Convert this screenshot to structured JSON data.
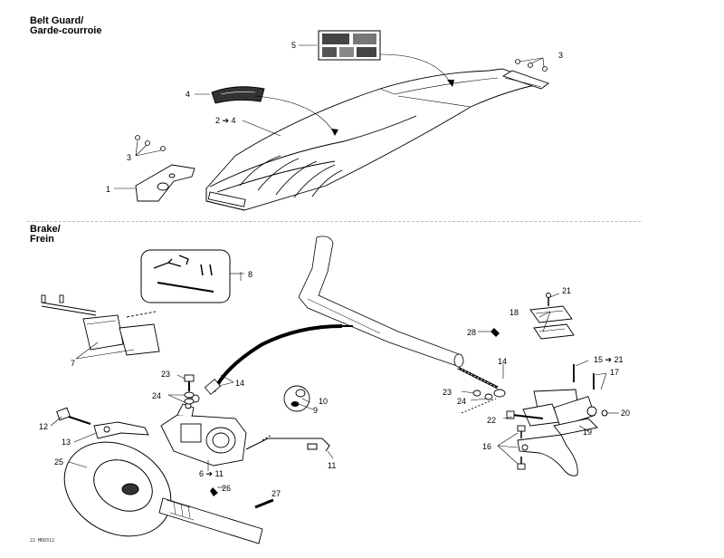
{
  "sections": {
    "belt_guard": {
      "title_line1": "Belt Guard/",
      "title_line2": "Garde-courroie"
    },
    "brake": {
      "title_line1": "Brake/",
      "title_line2": "Frein"
    }
  },
  "callouts": {
    "c1": "1",
    "c2to4": "2 ➔ 4",
    "c3a": "3",
    "c3b": "3",
    "c4": "4",
    "c5": "5",
    "c6to11": "6 ➔ 11",
    "c7": "7",
    "c8": "8",
    "c9": "9",
    "c10": "10",
    "c11": "11",
    "c12": "12",
    "c13": "13",
    "c14a": "14",
    "c14b": "14",
    "c15to21": "15 ➔ 21",
    "c16": "16",
    "c17": "17",
    "c18": "18",
    "c19": "19",
    "c20": "20",
    "c21": "21",
    "c22": "22",
    "c23a": "23",
    "c23b": "23",
    "c24a": "24",
    "c24b": "24",
    "c25": "25",
    "c26": "26",
    "c27": "27",
    "c28": "28"
  },
  "footer": {
    "code": "22 MR0312"
  }
}
